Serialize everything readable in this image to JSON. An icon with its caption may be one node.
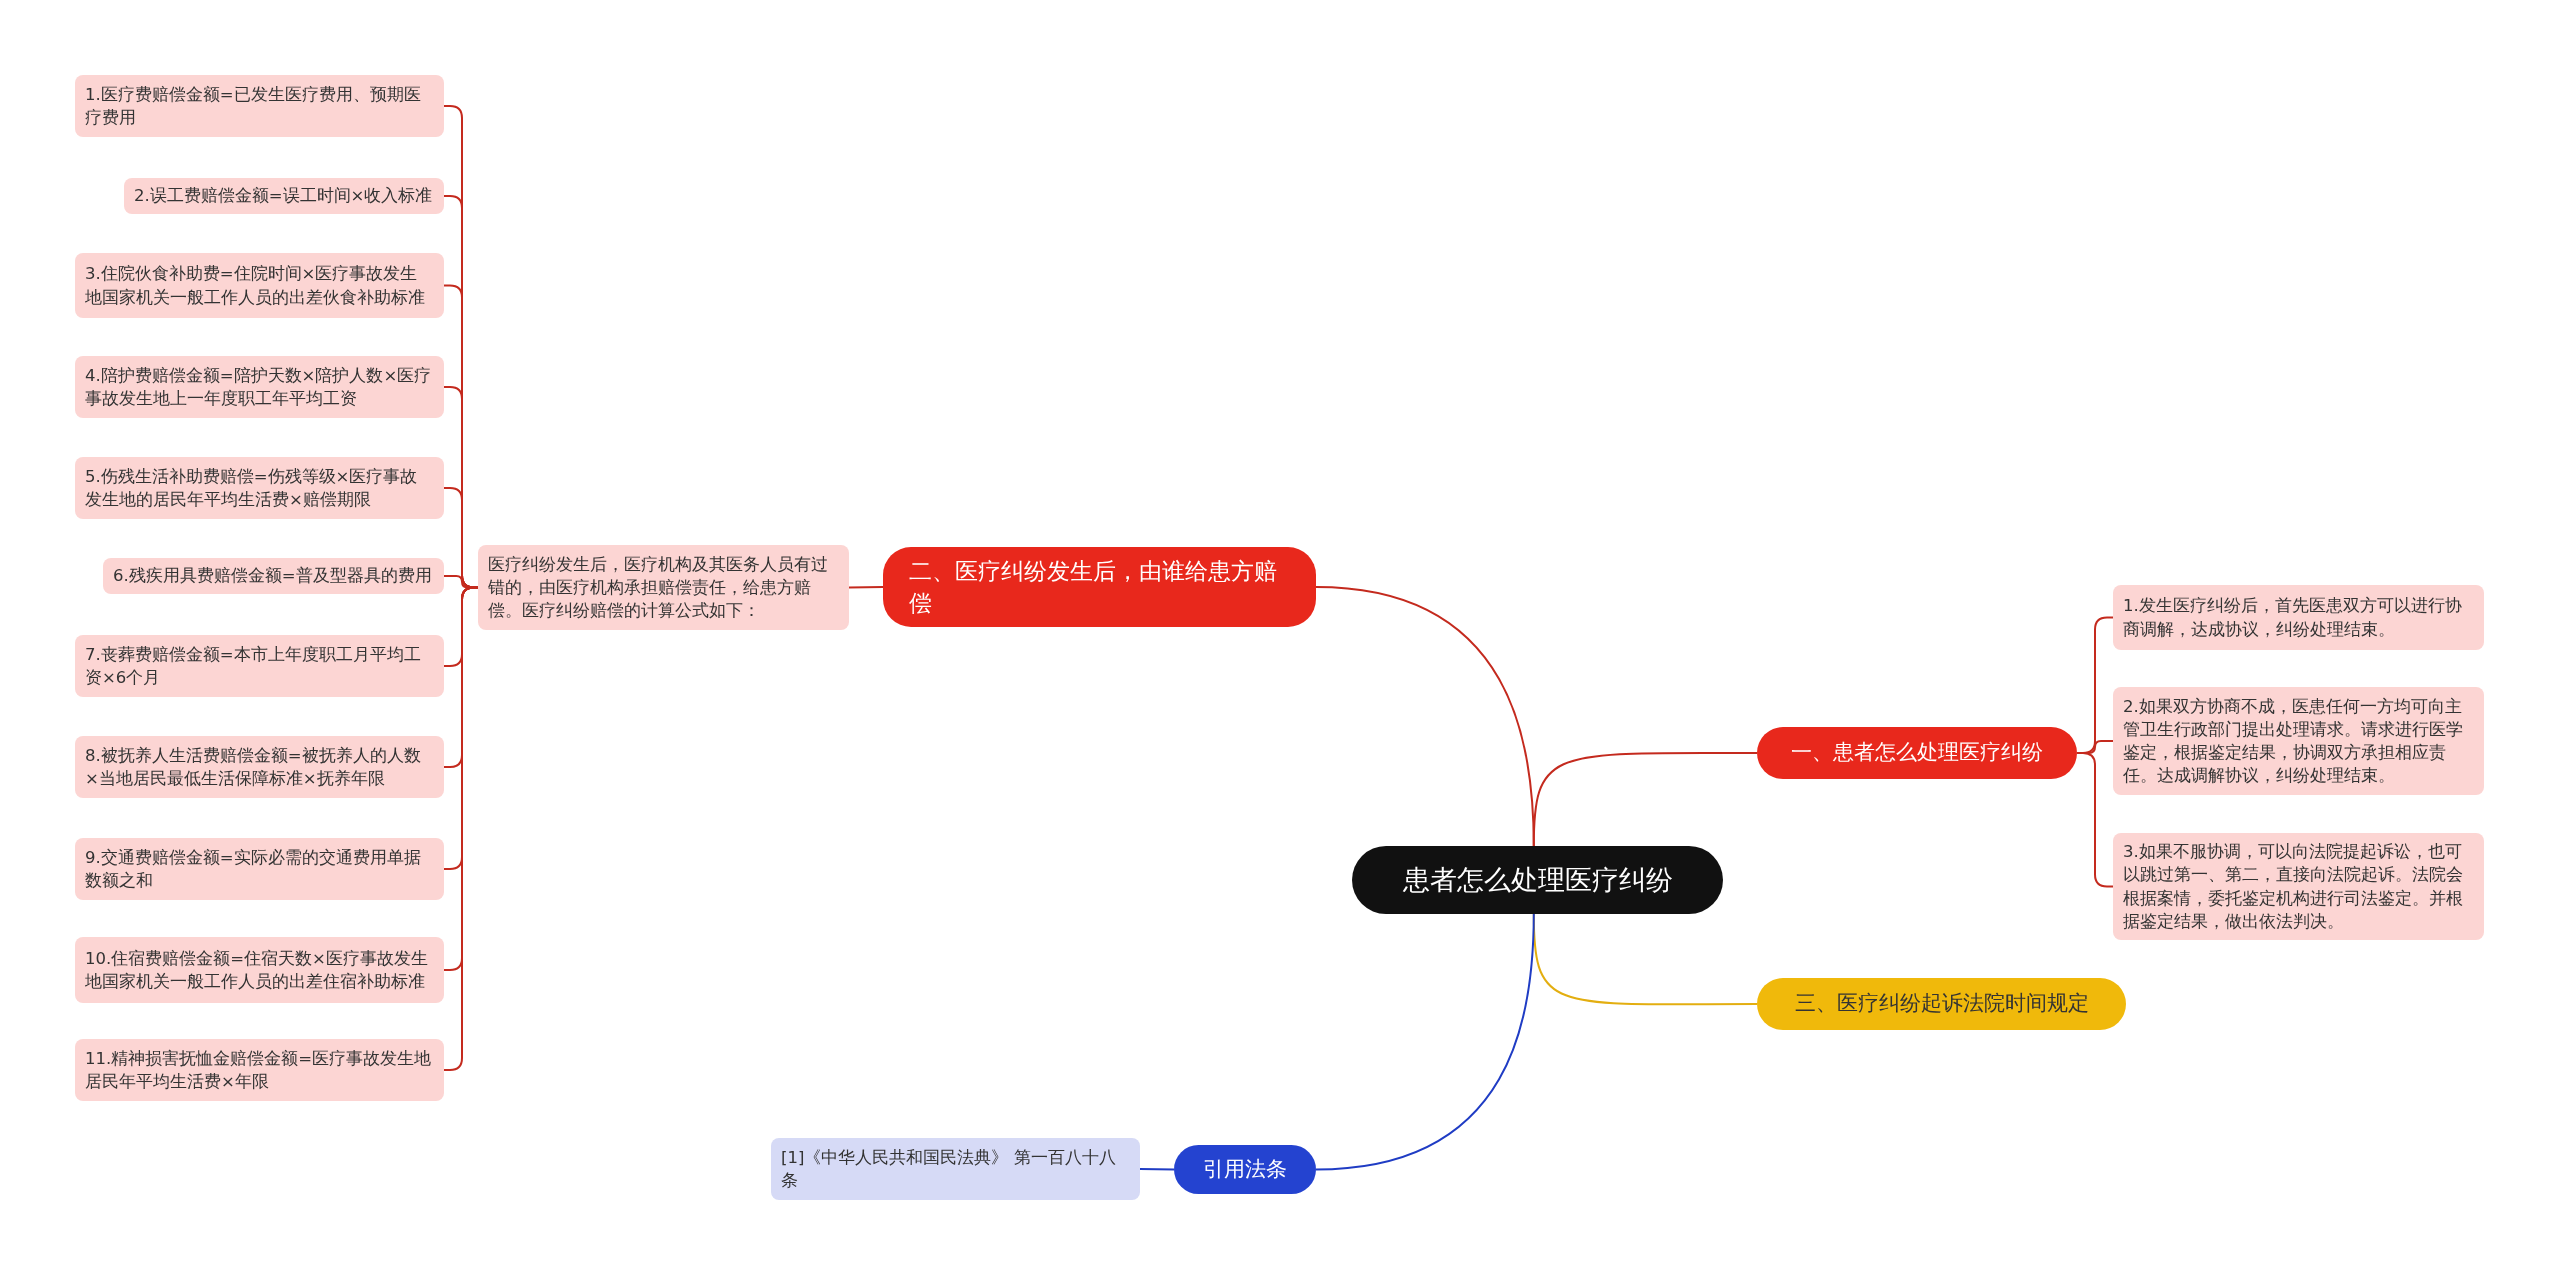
{
  "diagram": {
    "nodes": [
      {
        "text": [
          "患者怎么处理医疗纠纷"
        ]
      },
      {
        "text": [
          "一、患者怎么处理医疗纠纷"
        ]
      },
      {
        "text": [
          "1.发生医疗纠纷后，首先医患双方可以进行协商调解，达成协议，纠纷处理结束。"
        ]
      },
      {
        "text": [
          "2.如果双方协商不成，医患任何一方均可向主管卫生行政部门提出处理请求。请求进行医学鉴定，根据鉴定结果，协调双方承担相应责任。达成调解协议，纠纷处理结束。"
        ]
      },
      {
        "text": [
          "3.如果不服协调，可以向法院提起诉讼，也可以跳过第一、第二，直接向法院起诉。法院会根据案情，委托鉴定机构进行司法鉴定。并根据鉴定结果，做出依法判决。"
        ]
      },
      {
        "text": [
          "二、医疗纠纷发生后，由谁给患方赔偿"
        ]
      },
      {
        "text": [
          "医疗纠纷发生后，医疗机构及其医务人员有过错的，由医疗机构承担赔偿责任，给患方赔偿。医疗纠纷赔偿的计算公式如下："
        ]
      },
      {
        "text": [
          "1.医疗费赔偿金额=已发生医疗费用、预期医疗费用"
        ]
      },
      {
        "text": [
          "2.误工费赔偿金额=误工时间×收入标准"
        ]
      },
      {
        "text": [
          "3.住院伙食补助费=住院时间×医疗事故发生地国家机关一般工作人员的出差伙食补助标准"
        ]
      },
      {
        "text": [
          "4.陪护费赔偿金额=陪护天数×陪护人数×医疗事故发生地上一年度职工年平均工资"
        ]
      },
      {
        "text": [
          "5.伤残生活补助费赔偿=伤残等级×医疗事故发生地的居民年平均生活费×赔偿期限"
        ]
      },
      {
        "text": [
          "6.残疾用具费赔偿金额=普及型器具的费用"
        ]
      },
      {
        "text": [
          "7.丧葬费赔偿金额=本市上年度职工月平均工资×6个月"
        ]
      },
      {
        "text": [
          "8.被抚养人生活费赔偿金额=被抚养人的人数×当地居民最低生活保障标准×抚养年限"
        ]
      },
      {
        "text": [
          "9.交通费赔偿金额=实际必需的交通费用单据数额之和"
        ]
      },
      {
        "text": [
          "10.住宿费赔偿金额=住宿天数×医疗事故发生地国家机关一般工作人员的出差住宿补助标准"
        ]
      },
      {
        "text": [
          "11.精神损害抚恤金赔偿金额=医疗事故发生地居民年平均生活费×年限"
        ]
      },
      {
        "text": [
          "三、医疗纠纷起诉法院时间规定"
        ]
      },
      {
        "text": [
          "引用法条"
        ]
      },
      {
        "text": [
          "[1]《中华人民共和国民法典》 第一百八十八条"
        ]
      }
    ],
    "edges": [
      {
        "from": 0,
        "to": 1,
        "arrow": "none"
      },
      {
        "from": 1,
        "to": 2,
        "arrow": "none"
      },
      {
        "from": 1,
        "to": 3,
        "arrow": "none"
      },
      {
        "from": 1,
        "to": 4,
        "arrow": "none"
      },
      {
        "from": 0,
        "to": 5,
        "arrow": "none"
      },
      {
        "from": 5,
        "to": 6,
        "arrow": "none"
      },
      {
        "from": 6,
        "to": 7,
        "arrow": "none"
      },
      {
        "from": 6,
        "to": 8,
        "arrow": "none"
      },
      {
        "from": 6,
        "to": 9,
        "arrow": "none"
      },
      {
        "from": 6,
        "to": 10,
        "arrow": "none"
      },
      {
        "from": 6,
        "to": 11,
        "arrow": "none"
      },
      {
        "from": 6,
        "to": 12,
        "arrow": "none"
      },
      {
        "from": 6,
        "to": 13,
        "arrow": "none"
      },
      {
        "from": 6,
        "to": 14,
        "arrow": "none"
      },
      {
        "from": 6,
        "to": 15,
        "arrow": "none"
      },
      {
        "from": 6,
        "to": 16,
        "arrow": "none"
      },
      {
        "from": 6,
        "to": 17,
        "arrow": "none"
      },
      {
        "from": 0,
        "to": 18,
        "arrow": "none",
        "color": "#e3ae10"
      },
      {
        "from": 0,
        "to": 19,
        "arrow": "none",
        "color": "#1f3cc4"
      },
      {
        "from": 19,
        "to": 20,
        "arrow": "none",
        "color": "#1f3cc4"
      }
    ]
  }
}
